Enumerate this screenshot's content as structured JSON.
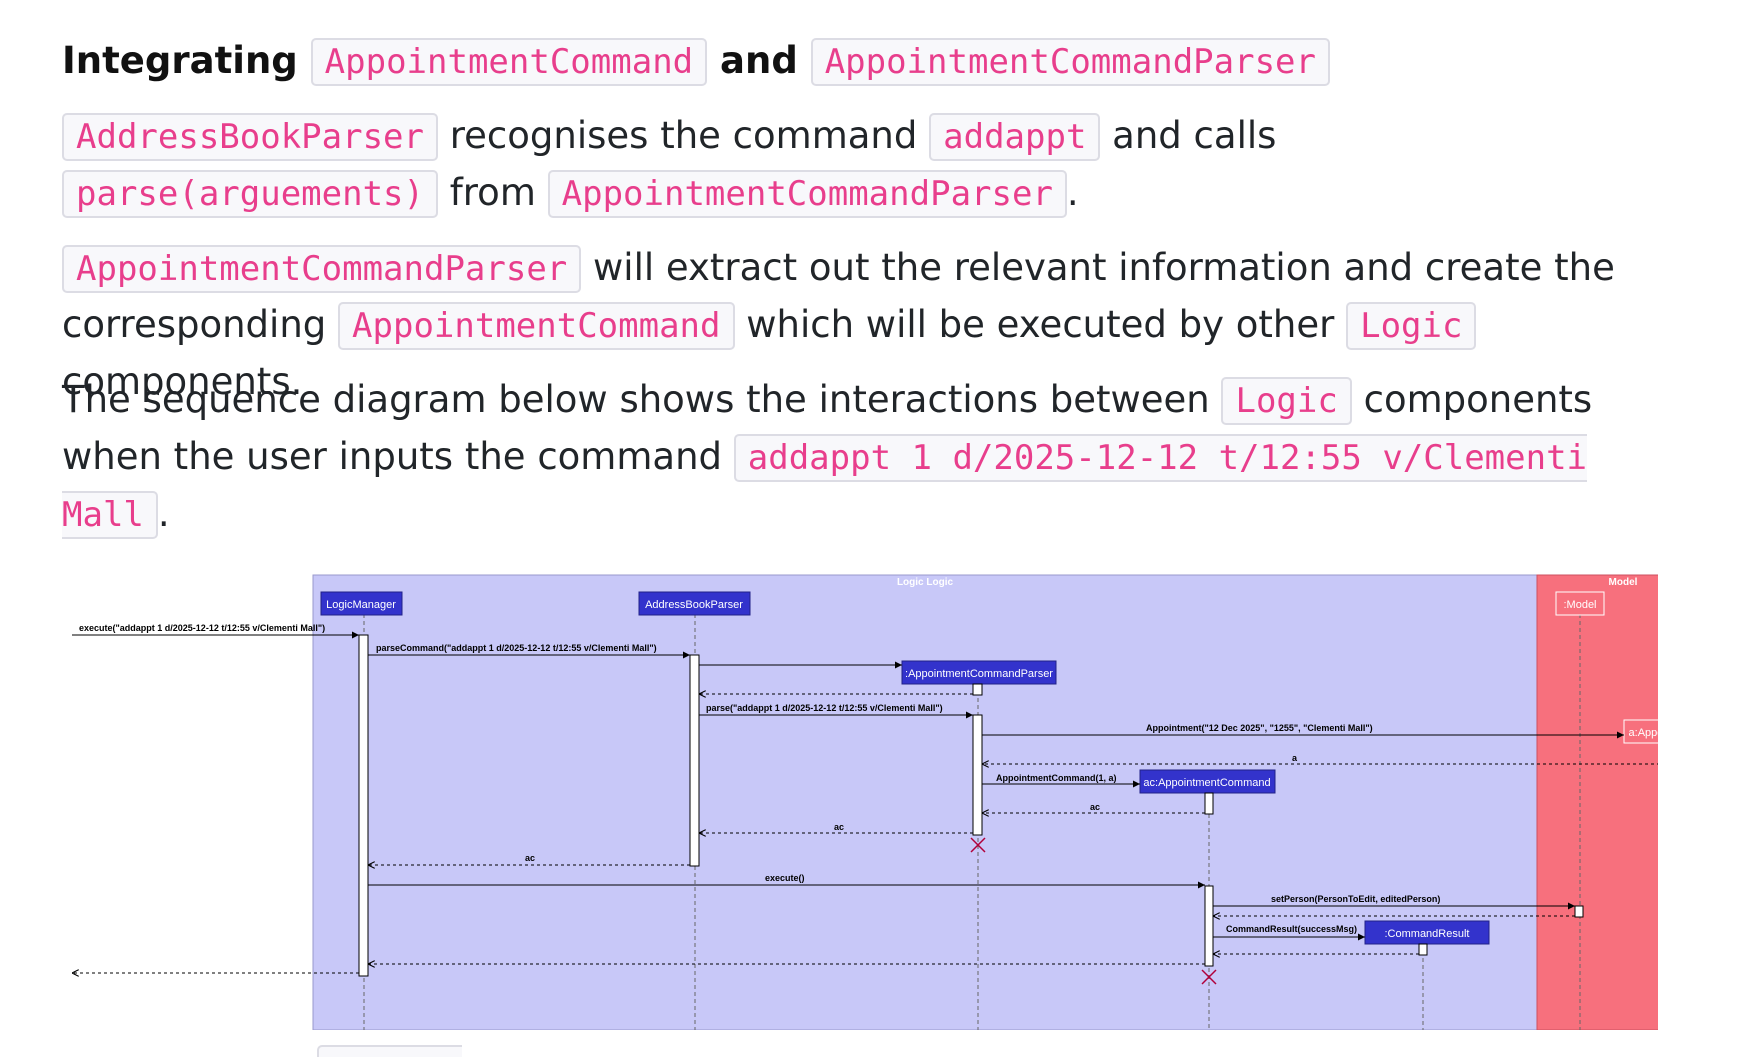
{
  "heading": {
    "prefix": "Integrating ",
    "code1": "AppointmentCommand",
    "mid": " and ",
    "code2": "AppointmentCommandParser"
  },
  "para1": {
    "code1": "AddressBookParser",
    "t1": " recognises the command ",
    "code2": "addappt",
    "t2": " and calls ",
    "code3": "parse(arguements)",
    "t3": " from ",
    "code4": "AppointmentCommandParser",
    "t4": "."
  },
  "para2": {
    "code1": "AppointmentCommandParser",
    "t1": " will extract out the relevant information and create the corresponding ",
    "code2": "AppointmentCommand",
    "t2": " which will be executed by other ",
    "code3": "Logic",
    "t3": " components."
  },
  "para3": {
    "t1": "The sequence diagram below shows the interactions between ",
    "code1": "Logic",
    "t2": " components when the user inputs the command ",
    "code2": "addappt 1 d/2025-12-12 t/12:55 v/Clementi Mall",
    "t3": "."
  },
  "diagram": {
    "logic_title": "Logic Logic",
    "model_title": "Model",
    "colors": {
      "logic_bg": "#c8c8f8",
      "model_bg": "#f7707d",
      "participant": "#3333cc",
      "destroy": "#b0003a"
    },
    "participants": {
      "logic_manager": "LogicManager",
      "address_book_parser": "AddressBookParser",
      "parser": ":AppointmentCommandParser",
      "ac": "ac:AppointmentCommand",
      "appointment": "a:Appointment",
      "command_result": ":CommandResult",
      "model": ":Model"
    },
    "messages": {
      "execute_in": "execute(\"addappt 1 d/2025-12-12 t/12:55 v/Clementi Mall\")",
      "parse_command": "parseCommand(\"addappt 1 d/2025-12-12 t/12:55 v/Clementi Mall\")",
      "parse": "parse(\"addappt 1 d/2025-12-12 t/12:55 v/Clementi Mall\")",
      "appointment_ctor": "Appointment(\"12 Dec 2025\", \"1255\", \"Clementi Mall\")",
      "ret_a": "a",
      "ac_ctor": "AppointmentCommand(1, a)",
      "ret_ac1": "ac",
      "ret_ac2": "ac",
      "ret_ac3": "ac",
      "execute": "execute()",
      "set_person": "setPerson(PersonToEdit, editedPerson)",
      "command_result_ctor": "CommandResult(successMsg)"
    }
  }
}
